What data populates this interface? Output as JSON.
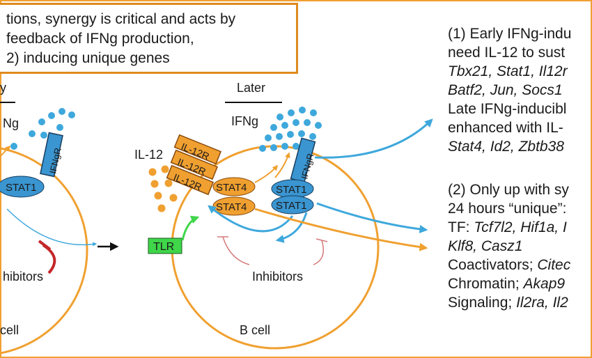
{
  "summary_box": {
    "lines": [
      "tions, synergy is critical and acts by",
      "feedback of IFNg production,",
      "2) inducing unique genes"
    ]
  },
  "left_panel": {
    "heading": "y",
    "ifng_label": "Ng",
    "receptor_label": "IFNgR",
    "stat_label": "STAT1",
    "inhibitors_label": "hibitors",
    "cell_label": "cell"
  },
  "right_panel": {
    "heading": "Later",
    "ifng_label": "IFNg",
    "il12_label": "IL-12",
    "il12r_labels": [
      "IL-12R",
      "IL-12R",
      "IL-12R"
    ],
    "stat4_labels": [
      "STAT4",
      "STAT4"
    ],
    "stat1_labels": [
      "STAT1",
      "STAT1"
    ],
    "receptor_label": "IFNgR",
    "tlr_label": "TLR",
    "inhibitors_label": "Inhibitors",
    "cell_label": "B cell"
  },
  "text_panel": {
    "p1_line1": "(1) Early IFNg-indu",
    "p1_line2": "need IL-12 to sust",
    "p1_line3": "Tbx21, Stat1, Il12r",
    "p1_line4": "Batf2, Jun, Socs1",
    "p1_line5": "Late IFNg-inducibl",
    "p1_line6": "enhanced with IL-",
    "p1_line7": "Stat4, Id2, Zbtb38",
    "p2_line1": "(2) Only up with sy",
    "p2_line2": "24 hours “unique”:",
    "p2_line3_prefix": "TF: ",
    "p2_line3_genes": "Tcf7l2, Hif1a, I",
    "p2_line4": "Klf8, Casz1",
    "p2_line5_prefix": "Coactivators; ",
    "p2_line5_genes": "Citec",
    "p2_line6_prefix": "Chromatin; ",
    "p2_line6_genes": "Akap9",
    "p2_line7_prefix": "Signaling; ",
    "p2_line7_genes": "Il2ra, Il2"
  },
  "colors": {
    "orange": "#f0a030",
    "orange_dark": "#e08a1e",
    "blue": "#3ea8dc",
    "blue_stat": "#3a95d0",
    "green": "#3fd64a",
    "red": "#c4262a",
    "inhibitor_line": "#d47a7a"
  }
}
